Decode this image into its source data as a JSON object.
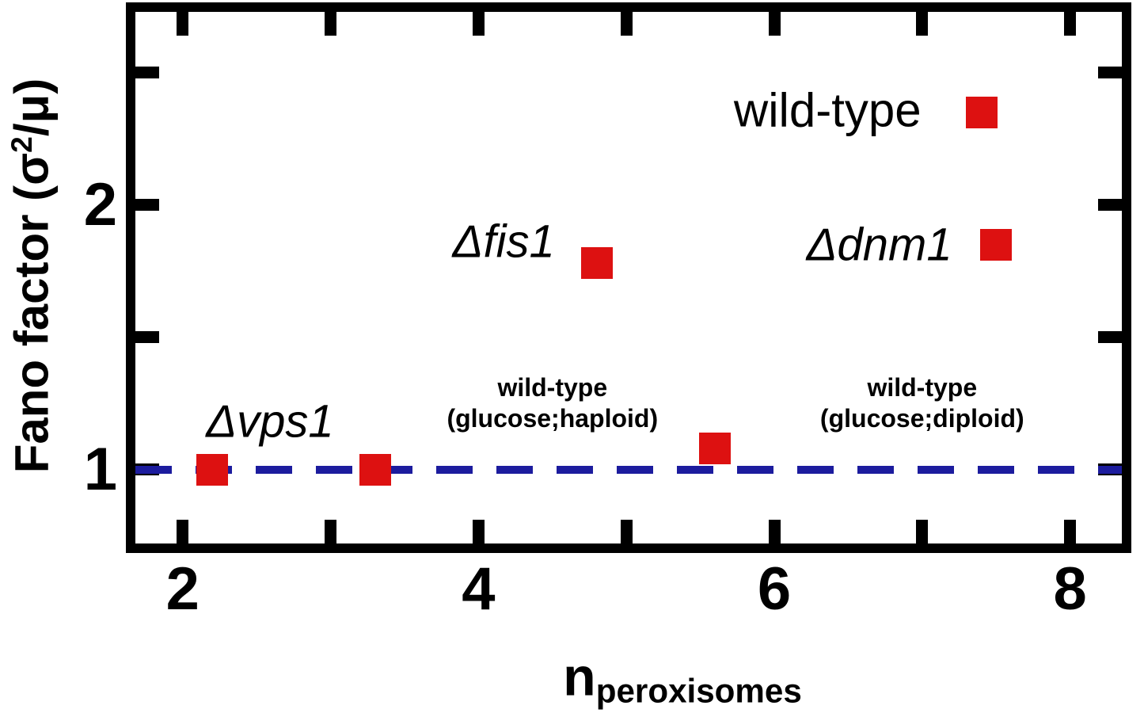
{
  "figure": {
    "background": "#ffffff",
    "frame_color": "#000000",
    "point_color": "#dd1111",
    "dashed_line_color": "#1c1c9e"
  },
  "chart_data": {
    "type": "scatter",
    "title": "",
    "xlabel_main": "n",
    "xlabel_sub": "peroxisomes",
    "ylabel_prefix": "Fano factor (σ",
    "ylabel_sup": "2",
    "ylabel_suffix": "/μ)",
    "xlim": [
      1.68,
      8.35
    ],
    "ylim": [
      0.72,
      2.73
    ],
    "x_ticks": [
      2,
      3,
      4,
      5,
      6,
      7,
      8
    ],
    "x_tick_labels": {
      "2": "2",
      "4": "4",
      "6": "6",
      "8": "8"
    },
    "y_ticks": [
      1,
      1.5,
      2,
      2.5
    ],
    "y_tick_labels": {
      "1": "1",
      "2": "2"
    },
    "reference_line_y": 1,
    "points": [
      {
        "name": "vps1-delta",
        "x": 2.2,
        "y": 1.0
      },
      {
        "name": "wild-type-glucose-haploid",
        "x": 3.3,
        "y": 1.0
      },
      {
        "name": "fis1-delta",
        "x": 4.8,
        "y": 1.78
      },
      {
        "name": "wild-type-glucose-diploid",
        "x": 5.6,
        "y": 1.08
      },
      {
        "name": "wild-type",
        "x": 7.4,
        "y": 2.35
      },
      {
        "name": "dnm1-delta",
        "x": 7.5,
        "y": 1.85
      }
    ],
    "annotations": [
      {
        "name": "vps1-label",
        "lines": [
          "Δvps1"
        ],
        "x": 2.59,
        "y": 1.18,
        "style": "gene"
      },
      {
        "name": "haploid-label",
        "lines": [
          "wild-type",
          "(glucose;haploid)"
        ],
        "x": 4.5,
        "y": 1.25,
        "style": "small"
      },
      {
        "name": "fis1-label",
        "lines": [
          "Δfis1"
        ],
        "x": 4.17,
        "y": 1.86,
        "style": "gene"
      },
      {
        "name": "diploid-label",
        "lines": [
          "wild-type",
          "(glucose;diploid)"
        ],
        "x": 7.0,
        "y": 1.25,
        "style": "small"
      },
      {
        "name": "wildtype-label",
        "lines": [
          "wild-type"
        ],
        "x": 6.36,
        "y": 2.36,
        "style": "plain"
      },
      {
        "name": "dnm1-label",
        "lines": [
          "Δdnm1"
        ],
        "x": 6.71,
        "y": 1.85,
        "style": "gene"
      }
    ]
  }
}
